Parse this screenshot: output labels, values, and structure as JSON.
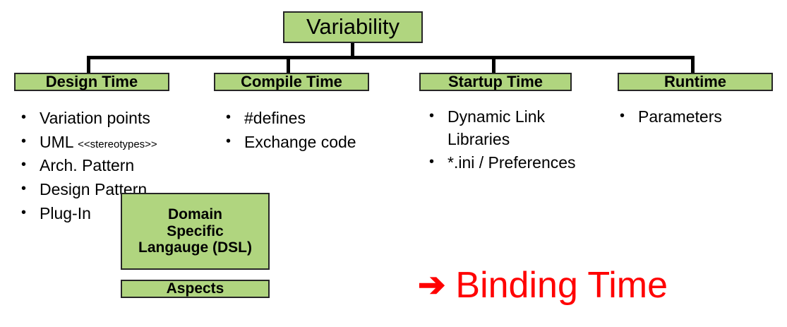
{
  "diagram": {
    "root": {
      "label": "Variability"
    },
    "categories": [
      {
        "id": "design-time",
        "label": "Design Time",
        "items": [
          {
            "text": "Variation points"
          },
          {
            "text": "UML ",
            "suffix": "<<stereotypes>>"
          },
          {
            "text": "Arch. Pattern"
          },
          {
            "text": "Design Pattern"
          },
          {
            "text": "Plug-In"
          }
        ]
      },
      {
        "id": "compile-time",
        "label": "Compile Time",
        "items": [
          {
            "text": "#defines"
          },
          {
            "text": "Exchange code"
          }
        ]
      },
      {
        "id": "startup-time",
        "label": "Startup Time",
        "items": [
          {
            "text": "Dynamic Link Libraries"
          },
          {
            "text": "*.ini / Preferences"
          }
        ]
      },
      {
        "id": "runtime",
        "label": "Runtime",
        "items": [
          {
            "text": "Parameters"
          }
        ]
      }
    ],
    "extra_boxes": [
      {
        "id": "dsl",
        "line1": "Domain",
        "line2": "Specific",
        "line3": "Langauge (DSL)"
      },
      {
        "id": "aspects",
        "label": "Aspects"
      }
    ],
    "callout": {
      "arrow": "➔",
      "label": "Binding Time"
    },
    "bullet_glyph": "•",
    "colors": {
      "box_fill": "#b0d57f",
      "box_border": "#262626",
      "connector": "#000000",
      "text": "#000000",
      "callout": "#ff0000",
      "background": "#ffffff"
    }
  }
}
